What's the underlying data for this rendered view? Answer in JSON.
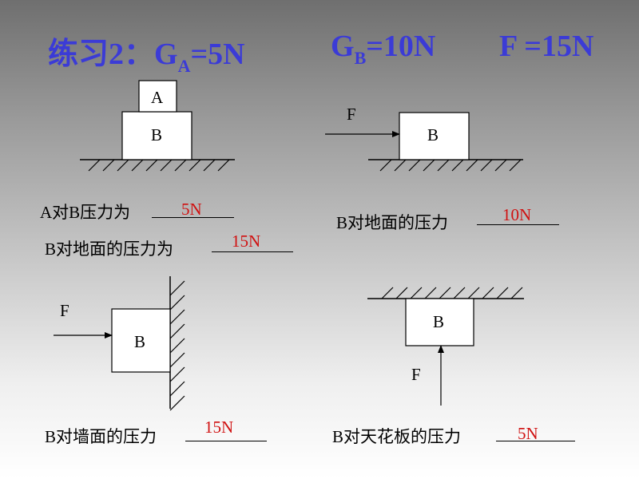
{
  "title": {
    "prefix": "练习2：",
    "ga_main": "G",
    "ga_sub": "A",
    "ga_value": "=5N",
    "gb_main": "G",
    "gb_sub": "B",
    "gb_value": "=10N",
    "f_text": "F =15N"
  },
  "panel1": {
    "block_top": "A",
    "block_bottom": "B",
    "q1": "A对B压力为",
    "a1": "5N",
    "q2": "B对地面的压力为",
    "a2": "15N"
  },
  "panel2": {
    "force_label": "F",
    "block": "B",
    "q": "B对地面的压力",
    "a": "10N"
  },
  "panel3": {
    "force_label": "F",
    "block": "B",
    "q": "B对墙面的压力",
    "a": "15N"
  },
  "panel4": {
    "force_label": "F",
    "block": "B",
    "q": "B对天花板的压力",
    "a": "5N"
  },
  "colors": {
    "title": "#3b3bd6",
    "answer": "#d01010"
  }
}
